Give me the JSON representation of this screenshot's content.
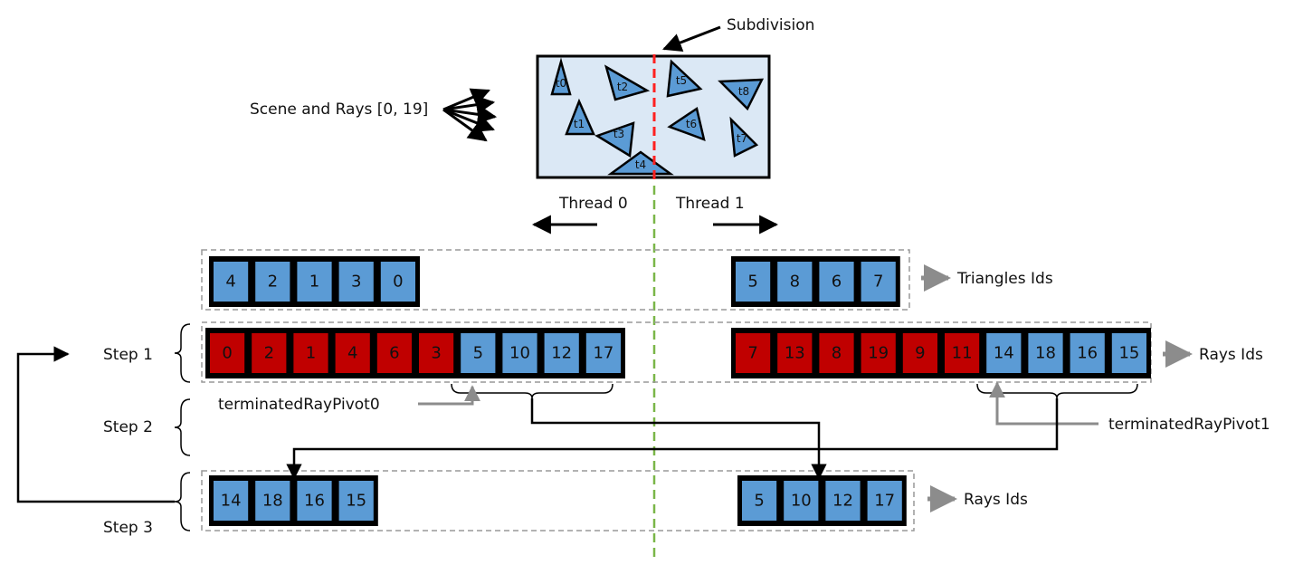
{
  "colors": {
    "active": "#5b9bd5",
    "terminated": "#c00000",
    "scene_fill": "#dbe8f5",
    "subdivision": "#ff2020",
    "thread_split": "#7ab648",
    "gray_arrow": "#8c8c8c"
  },
  "labels": {
    "subdivision": "Subdivision",
    "scene_rays": "Scene and Rays [0, 19]",
    "thread0": "Thread 0",
    "thread1": "Thread 1",
    "triangles_ids": "Triangles Ids",
    "rays_ids_top": "Rays Ids",
    "rays_ids_bottom": "Rays Ids",
    "step1": "Step 1",
    "step2": "Step 2",
    "step3": "Step 3",
    "pivot0": "terminatedRayPivot0",
    "pivot1": "terminatedRayPivot1"
  },
  "triangle_labels": [
    "t0",
    "t1",
    "t2",
    "t3",
    "t4",
    "t5",
    "t6",
    "t7",
    "t8"
  ],
  "triangles": {
    "thread0": [
      "4",
      "2",
      "1",
      "3",
      "0"
    ],
    "thread1": [
      "5",
      "8",
      "6",
      "7"
    ]
  },
  "step1_rays": {
    "thread0": {
      "terminated": [
        "0",
        "2",
        "1",
        "4",
        "6",
        "3"
      ],
      "active": [
        "5",
        "10",
        "12",
        "17"
      ]
    },
    "thread1": {
      "terminated": [
        "7",
        "13",
        "8",
        "19",
        "9",
        "11"
      ],
      "active": [
        "14",
        "18",
        "16",
        "15"
      ]
    }
  },
  "step3_rays": {
    "thread0": [
      "14",
      "18",
      "16",
      "15"
    ],
    "thread1": [
      "5",
      "10",
      "12",
      "17"
    ]
  }
}
